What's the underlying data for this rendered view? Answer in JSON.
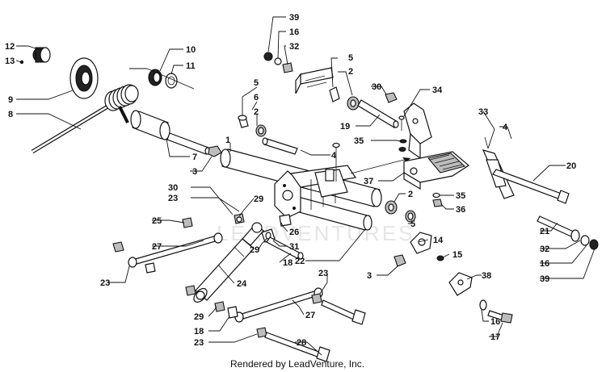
{
  "watermark": "LEADVENTURES",
  "credit": "Rendered by LeadVenture, Inc.",
  "callouts": [
    {
      "id": "c-12a",
      "text": "12"
    },
    {
      "id": "c-13",
      "text": "13"
    },
    {
      "id": "c-9",
      "text": "9"
    },
    {
      "id": "c-8",
      "text": "8"
    },
    {
      "id": "c-10",
      "text": "10"
    },
    {
      "id": "c-11",
      "text": "11"
    },
    {
      "id": "c-7",
      "text": "7"
    },
    {
      "id": "c-3a",
      "text": "3"
    },
    {
      "id": "c-1",
      "text": "1"
    },
    {
      "id": "c-5a",
      "text": "5"
    },
    {
      "id": "c-6",
      "text": "6"
    },
    {
      "id": "c-2a",
      "text": "2"
    },
    {
      "id": "c-4a",
      "text": "4"
    },
    {
      "id": "c-39a",
      "text": "39"
    },
    {
      "id": "c-16a",
      "text": "16"
    },
    {
      "id": "c-32a",
      "text": "32"
    },
    {
      "id": "c-5b",
      "text": "5"
    },
    {
      "id": "c-2b",
      "text": "2"
    },
    {
      "id": "c-30a",
      "text": "30"
    },
    {
      "id": "c-34",
      "text": "34"
    },
    {
      "id": "c-19",
      "text": "19"
    },
    {
      "id": "c-35a",
      "text": "35"
    },
    {
      "id": "c-33",
      "text": "33"
    },
    {
      "id": "c-4b",
      "text": "4"
    },
    {
      "id": "c-37",
      "text": "37"
    },
    {
      "id": "c-20",
      "text": "20"
    },
    {
      "id": "c-35b",
      "text": "35"
    },
    {
      "id": "c-36",
      "text": "36"
    },
    {
      "id": "c-2c",
      "text": "2"
    },
    {
      "id": "c-5c",
      "text": "5"
    },
    {
      "id": "c-30b",
      "text": "30"
    },
    {
      "id": "c-23a",
      "text": "23"
    },
    {
      "id": "c-29a",
      "text": "29"
    },
    {
      "id": "c-25",
      "text": "25"
    },
    {
      "id": "c-27a",
      "text": "27"
    },
    {
      "id": "c-26",
      "text": "26"
    },
    {
      "id": "c-31",
      "text": "31"
    },
    {
      "id": "c-29b",
      "text": "29"
    },
    {
      "id": "c-18a",
      "text": "18"
    },
    {
      "id": "c-22",
      "text": "22"
    },
    {
      "id": "c-14",
      "text": "14"
    },
    {
      "id": "c-15",
      "text": "15"
    },
    {
      "id": "c-21",
      "text": "21"
    },
    {
      "id": "c-32b",
      "text": "32"
    },
    {
      "id": "c-16b",
      "text": "16"
    },
    {
      "id": "c-39b",
      "text": "39"
    },
    {
      "id": "c-23b",
      "text": "23"
    },
    {
      "id": "c-24",
      "text": "24"
    },
    {
      "id": "c-3b",
      "text": "3"
    },
    {
      "id": "c-23c",
      "text": "23"
    },
    {
      "id": "c-38",
      "text": "38"
    },
    {
      "id": "c-29c",
      "text": "29"
    },
    {
      "id": "c-27b",
      "text": "27"
    },
    {
      "id": "c-18b",
      "text": "18"
    },
    {
      "id": "c-16c",
      "text": "16"
    },
    {
      "id": "c-17",
      "text": "17"
    },
    {
      "id": "c-23d",
      "text": "23"
    },
    {
      "id": "c-28",
      "text": "28"
    }
  ]
}
